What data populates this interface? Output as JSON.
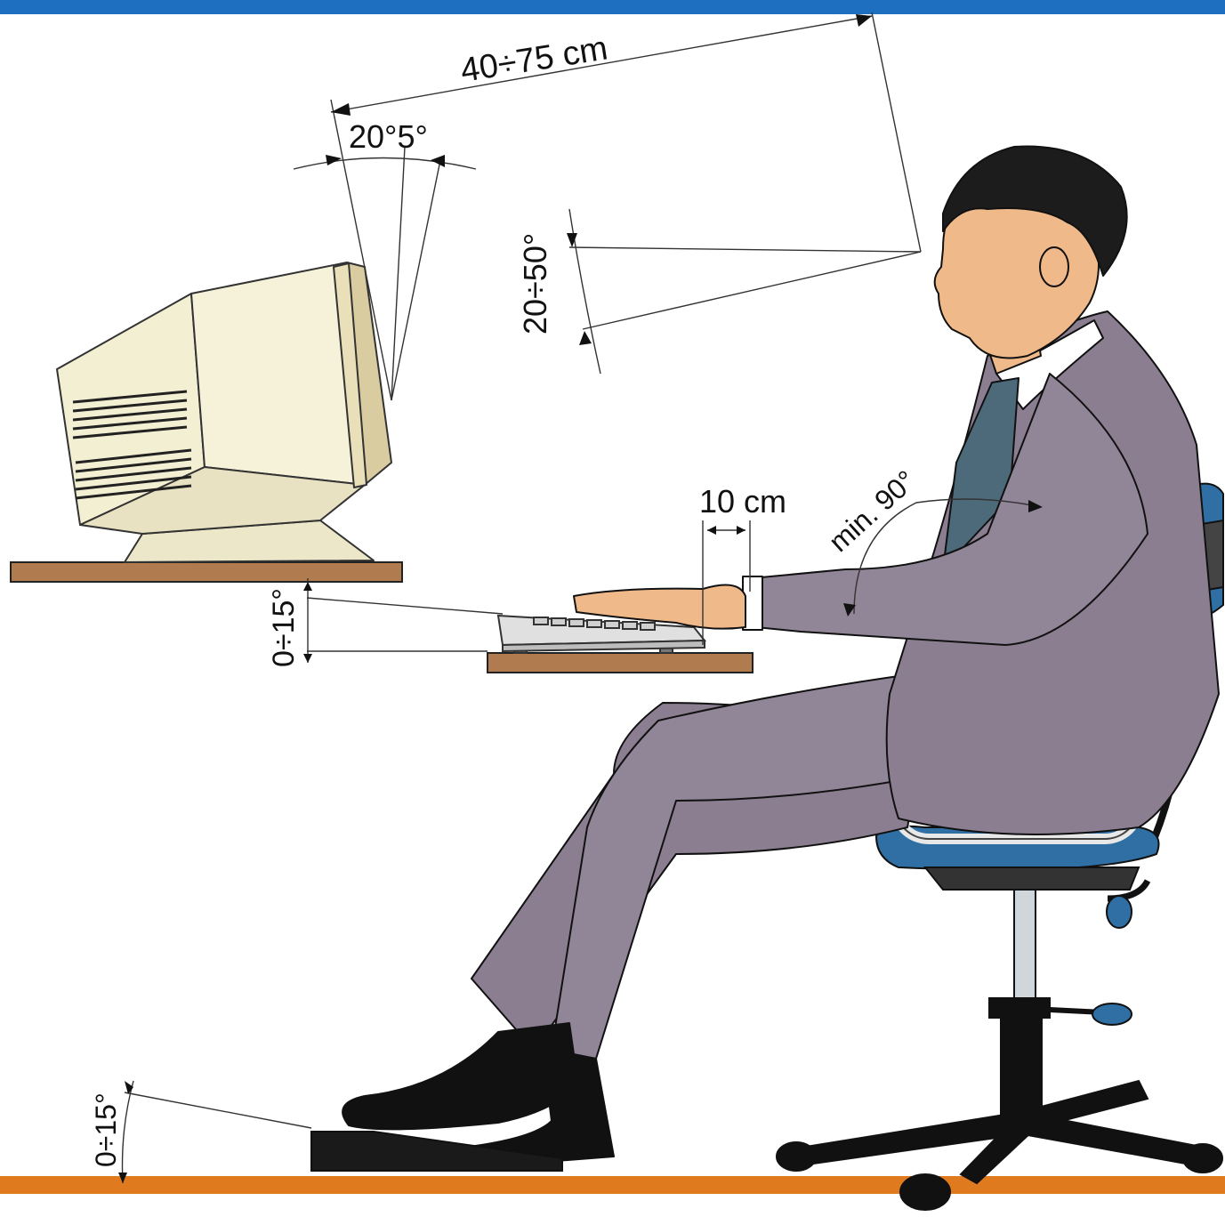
{
  "colors": {
    "top_bar": "#1f6fc0",
    "floor": "#e07a1f",
    "desk_wood": "#b07b4f",
    "monitor_body": "#f3efd3",
    "suit": "#8a7e90",
    "skin": "#f0b98a",
    "chair_blue": "#2f6fa3"
  },
  "labels": {
    "viewing_distance": "40÷75 cm",
    "screen_tilt": "20°5°",
    "gaze_angle": "20÷50°",
    "elbow_angle": "min. 90°",
    "wrist_clearance": "10 cm",
    "keyboard_tilt": "0÷15°",
    "footrest_tilt": "0÷15°"
  },
  "icons": [
    "monitor-icon",
    "keyboard-icon",
    "office-chair-icon",
    "footrest-icon"
  ]
}
